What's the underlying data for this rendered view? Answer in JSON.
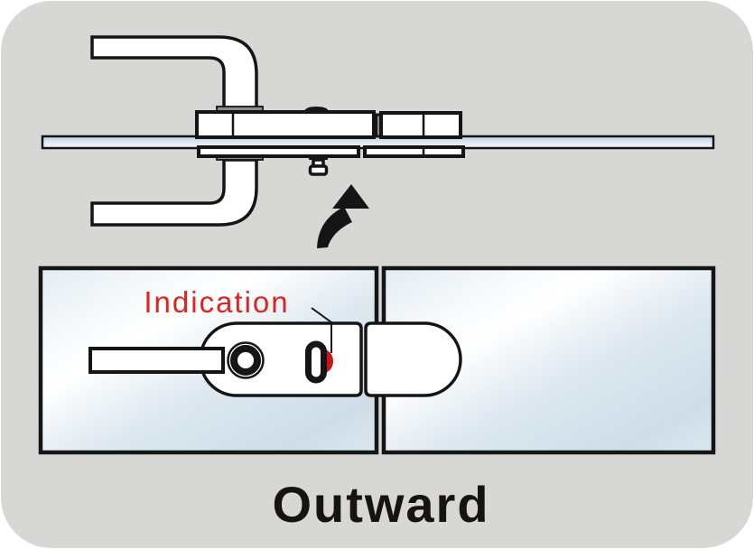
{
  "diagram": {
    "caption": "Outward",
    "callout_label": "Indication",
    "arrow_icon": "curved-up-arrow",
    "view_top": "lock-side-view-on-glass-edge",
    "view_bottom": "lock-plan-view-on-glass-doors"
  },
  "colors": {
    "canvas_background": "#d7d8d5",
    "page_background": "#ffffff",
    "outline_black": "#151515",
    "callout_red": "#dd2420",
    "indicator_red": "#cc1510",
    "glass_edge_blue": "#c3d8e5",
    "caption_black": "#171310"
  }
}
